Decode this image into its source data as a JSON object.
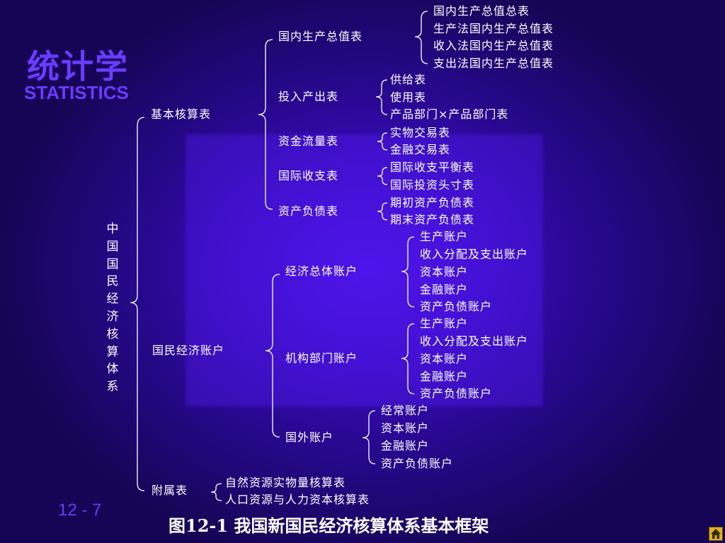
{
  "brand": {
    "cn": "统计学",
    "en": "STATISTICS"
  },
  "root": "中国国民经济核算体系",
  "level1": {
    "basic": "基本核算表",
    "national_accounts": "国民经济账户",
    "appendix": "附属表"
  },
  "basic": {
    "gdp": {
      "label": "国内生产总值表",
      "children": [
        "国内生产总值总表",
        "生产法国内生产总值表",
        "收入法国内生产总值表",
        "支出法国内生产总值表"
      ]
    },
    "io": {
      "label": "投入产出表",
      "children": [
        "供给表",
        "使用表",
        "产品部门×产品部门表"
      ]
    },
    "flow": {
      "label": "资金流量表",
      "children": [
        "实物交易表",
        "金融交易表"
      ]
    },
    "bop": {
      "label": "国际收支表",
      "children": [
        "国际收支平衡表",
        "国际投资头寸表"
      ]
    },
    "balance": {
      "label": "资产负债表",
      "children": [
        "期初资产负债表",
        "期末资产负债表"
      ]
    }
  },
  "accounts": {
    "economy": {
      "label": "经济总体账户",
      "children": [
        "生产账户",
        "收入分配及支出账户",
        "资本账户",
        "金融账户",
        "资产负债账户"
      ]
    },
    "sector": {
      "label": "机构部门账户",
      "children": [
        "生产账户",
        "收入分配及支出账户",
        "资本账户",
        "金融账户",
        "资产负债账户"
      ]
    },
    "foreign": {
      "label": "国外账户",
      "children": [
        "经常账户",
        "资本账户",
        "金融账户",
        "资产负债账户"
      ]
    }
  },
  "appendix": {
    "children": [
      "自然资源实物量核算表",
      "人口资源与人力资本核算表"
    ]
  },
  "footer": {
    "slide_number": "12 - 7",
    "caption": "图12-1 我国新国民经济核算体系基本框架"
  }
}
